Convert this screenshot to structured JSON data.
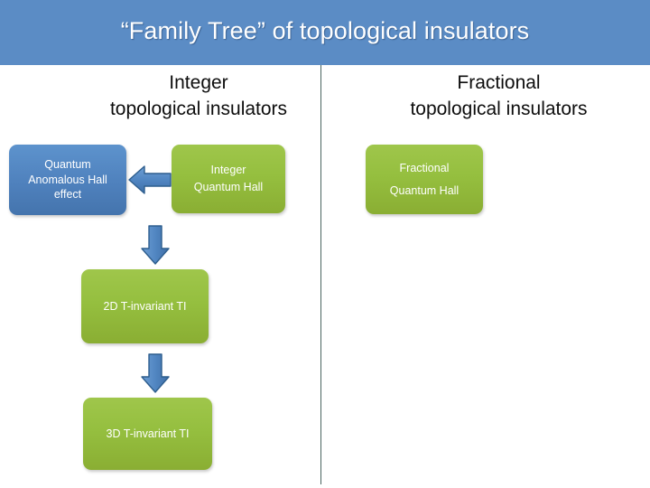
{
  "header": {
    "title": "“Family Tree” of topological insulators",
    "band_color": "#5b8cc5",
    "title_color": "#ffffff"
  },
  "columns": {
    "left": {
      "heading_line1": "Integer",
      "heading_line2": "topological insulators"
    },
    "right": {
      "heading_line1": "Fractional",
      "heading_line2": "topological insulators"
    },
    "divider_color": "#4a6460"
  },
  "nodes": {
    "qahe": {
      "line1": "Quantum",
      "line2": "Anomalous Hall",
      "line3": "effect",
      "color": "#4f81bd"
    },
    "iqh": {
      "line1": "Integer",
      "line2": "Quantum Hall",
      "color": "#95bf3f"
    },
    "fqh": {
      "line1": "Fractional",
      "line2": "Quantum Hall",
      "color": "#95bf3f"
    },
    "ti2d": {
      "label": "2D  T-invariant TI",
      "color": "#95bf3f"
    },
    "ti3d": {
      "label": "3D T-invariant TI",
      "color": "#95bf3f"
    }
  },
  "arrows": {
    "color": "#4f81bd",
    "outline_color": "#2e5e8e",
    "iqh_to_qahe_direction": "left",
    "qahe_to_2dti_direction": "down",
    "ti2d_to_ti3d_direction": "down"
  }
}
